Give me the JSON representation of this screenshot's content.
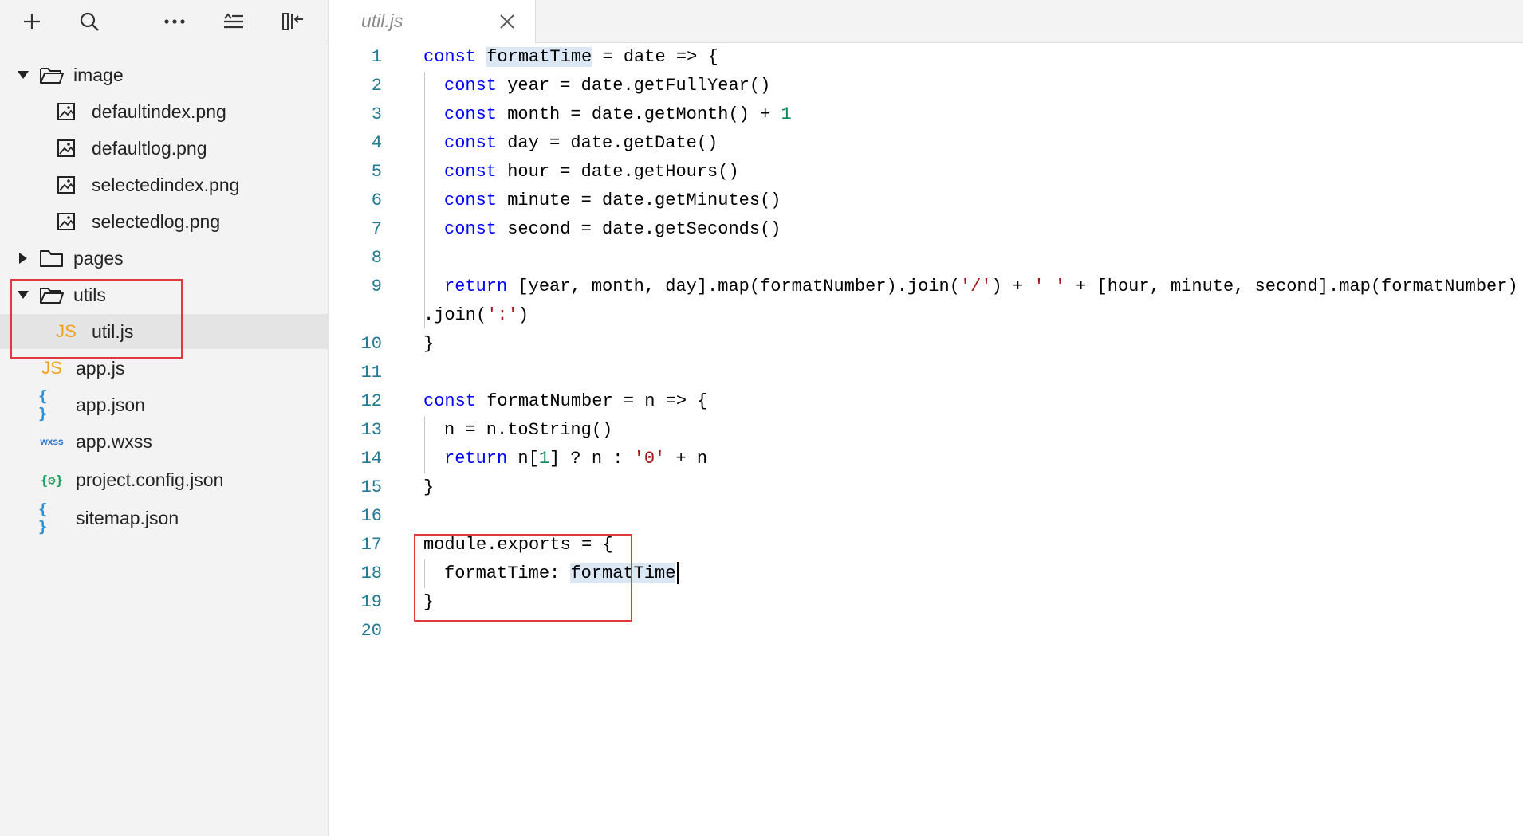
{
  "toolbar": {
    "icons": [
      "add-icon",
      "search-icon",
      "more-icon",
      "outline-icon",
      "collapse-sidebar-icon"
    ]
  },
  "tree": {
    "items": [
      {
        "label": "image",
        "type": "folder",
        "expanded": true
      },
      {
        "label": "defaultindex.png",
        "type": "image"
      },
      {
        "label": "defaultlog.png",
        "type": "image"
      },
      {
        "label": "selectedindex.png",
        "type": "image"
      },
      {
        "label": "selectedlog.png",
        "type": "image"
      },
      {
        "label": "pages",
        "type": "folder",
        "expanded": false
      },
      {
        "label": "utils",
        "type": "folder",
        "expanded": true
      },
      {
        "label": "util.js",
        "type": "js",
        "selected": true
      },
      {
        "label": "app.js",
        "type": "js"
      },
      {
        "label": "app.json",
        "type": "json"
      },
      {
        "label": "app.wxss",
        "type": "wxss"
      },
      {
        "label": "project.config.json",
        "type": "config-json"
      },
      {
        "label": "sitemap.json",
        "type": "json"
      }
    ],
    "icon_text": {
      "js": "JS",
      "json": "{ }",
      "config": "{⚙}",
      "wxss": "wxss"
    }
  },
  "tab": {
    "title": "util.js"
  },
  "editor": {
    "line_numbers": [
      "1",
      "2",
      "3",
      "4",
      "5",
      "6",
      "7",
      "8",
      "9",
      "",
      "10",
      "11",
      "12",
      "13",
      "14",
      "15",
      "16",
      "17",
      "18",
      "19",
      "20"
    ]
  },
  "colors": {
    "keyword": "#0000ff",
    "number": "#098658",
    "string": "#a31515",
    "line_number": "#237893",
    "highlight_box": "#e0393b",
    "js_icon": "#f0a21b",
    "json_icon": "#2a8fd6"
  }
}
